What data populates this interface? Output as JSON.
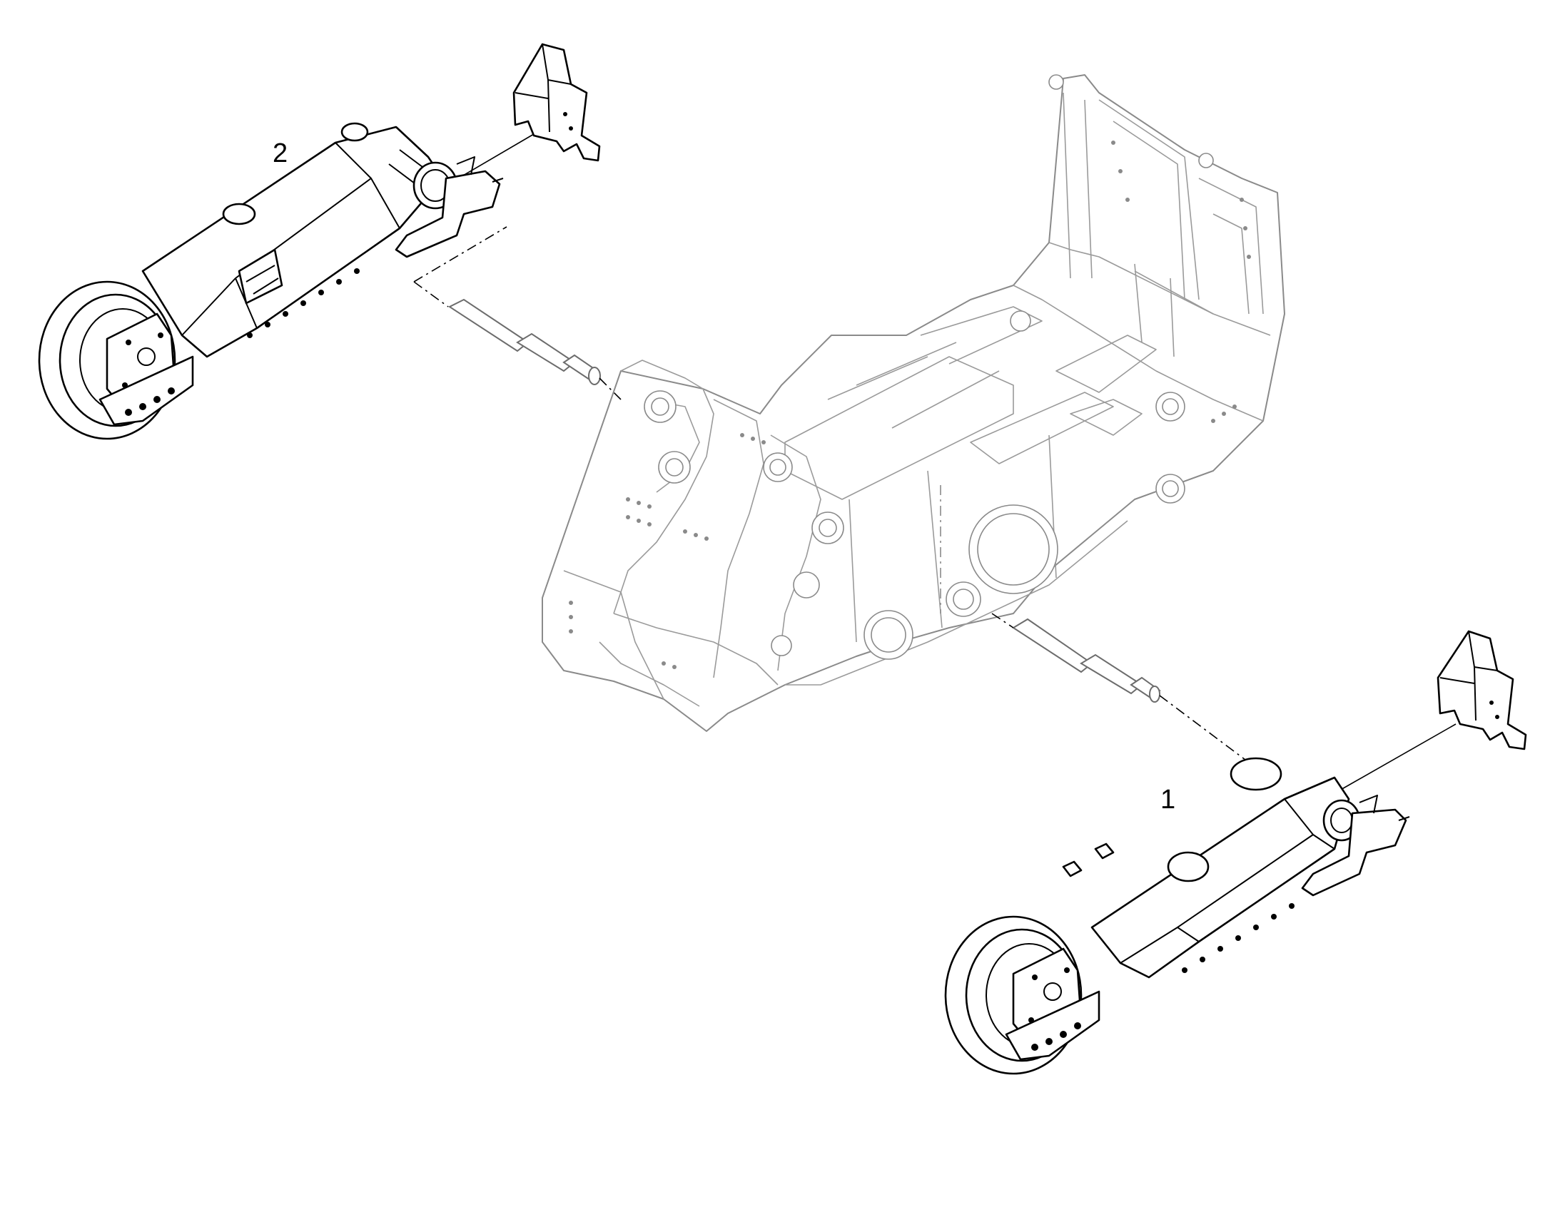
{
  "diagram": {
    "type": "exploded parts diagram",
    "callouts": [
      {
        "id": "1",
        "label": "1"
      },
      {
        "id": "2",
        "label": "2"
      }
    ],
    "colors": {
      "background": "#ffffff",
      "part_lines": "#000000",
      "frame_lines": "#8a8a8a"
    }
  }
}
